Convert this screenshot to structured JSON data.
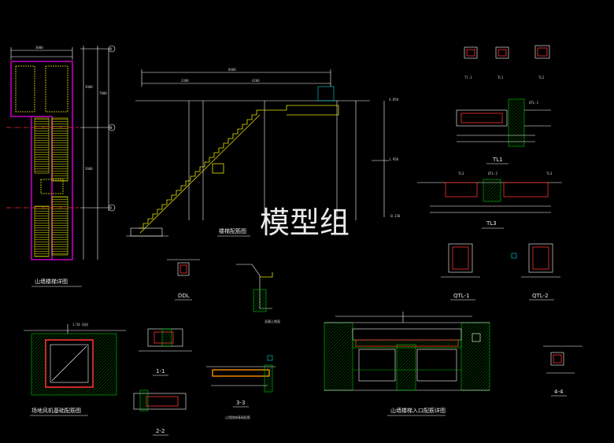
{
  "watermark": "模型组",
  "titles": {
    "shan_qiang_lou_ti": "山墙楼梯详图",
    "lou_ti_pou_mian": "楼梯配筋图",
    "ddl": "DDL",
    "tl1": "TL1",
    "tl3": "TL3",
    "qtl1": "QTL-1",
    "qtl2": "QTL-2",
    "sec_1_1": "1-1",
    "sec_2_2": "2-2",
    "sec_3_3": "3-3",
    "sec_4_4": "4-4",
    "bottom_left": "场地风机基础配筋图",
    "bottom_mid": "山墙楼梯基础配筋",
    "bottom_right": "山墙楼梯入口配筋详图"
  },
  "axis_bubbles": [
    "E",
    "D",
    "C"
  ],
  "colors": {
    "background": "#000000",
    "line_white": "#ffffff",
    "line_yellow": "#e6e600",
    "line_green": "#00c000",
    "line_red": "#ff3030",
    "line_magenta": "#c000c0",
    "line_cyan": "#00d8d8"
  }
}
